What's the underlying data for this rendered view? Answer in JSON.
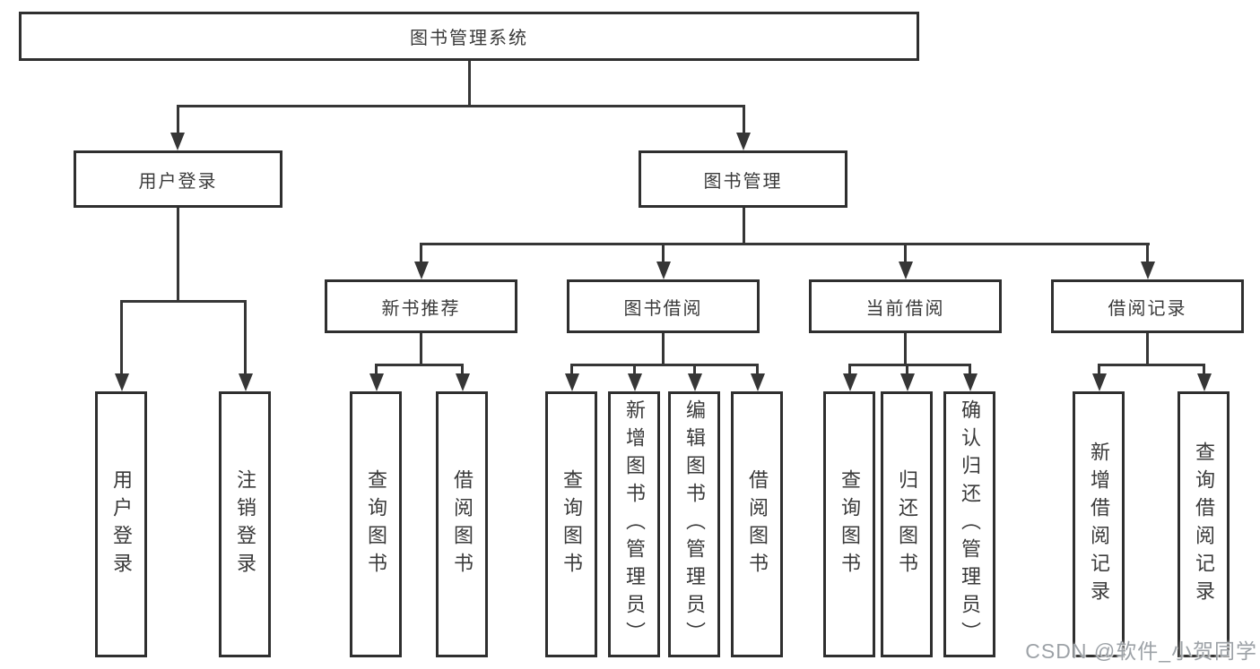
{
  "diagram": {
    "root": "图书管理系统",
    "level2": {
      "user_login": "用户登录",
      "book_mgmt": "图书管理"
    },
    "level3": {
      "new_books": "新书推荐",
      "borrowing": "图书借阅",
      "current": "当前借阅",
      "records": "借阅记录"
    },
    "leaves": {
      "login": [
        "用户登录",
        "注销登录"
      ],
      "new_books": [
        "查询图书",
        "借阅图书"
      ],
      "borrowing": [
        "查询图书",
        "新增图书（管理员）",
        "编辑图书（管理员）",
        "借阅图书"
      ],
      "current": [
        "查询图书",
        "归还图书",
        "确认归还（管理员）"
      ],
      "records": [
        "新增借阅记录",
        "查询借阅记录"
      ]
    }
  },
  "watermark": "CSDN @软件_小贺同学",
  "colors": {
    "line": "#363636",
    "text": "#3a3a3a",
    "border": "#2f2f2f",
    "watermark": "#9da2a7"
  }
}
